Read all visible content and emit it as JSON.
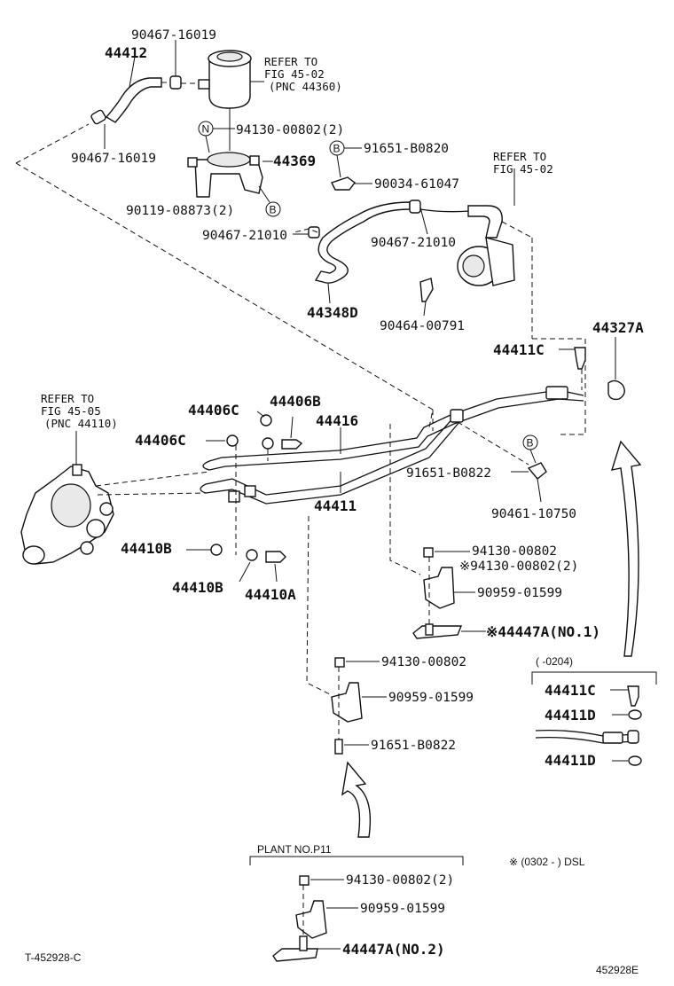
{
  "diagram": {
    "parts": {
      "p_90467_16019_top": "90467-16019",
      "p_44412": "44412",
      "p_90467_16019_left": "90467-16019",
      "p_94130_00802_2": "94130-00802(2)",
      "p_91651_B0820": "91651-B0820",
      "p_44369": "44369",
      "p_90034_61047": "90034-61047",
      "p_90119_08873_2": "90119-08873(2)",
      "p_90467_21010_a": "90467-21010",
      "p_90467_21010_b": "90467-21010",
      "p_44348D": "44348D",
      "p_90464_00791": "90464-00791",
      "p_44411C": "44411C",
      "p_44327A": "44327A",
      "p_44406C_a": "44406C",
      "p_44406B": "44406B",
      "p_44416": "44416",
      "p_44406C_b": "44406C",
      "p_91651_B0822_a": "91651-B0822",
      "p_44411": "44411",
      "p_90461_10750": "90461-10750",
      "p_44410B_a": "44410B",
      "p_44410B_b": "44410B",
      "p_44410A": "44410A",
      "p_94130_00802_a": "94130-00802",
      "p_94130_00802_b": "※94130-00802(2)",
      "p_90959_01599_a": "90959-01599",
      "p_44447A_no1": "※44447A(NO.1)",
      "p_94130_00802_c": "94130-00802",
      "p_90959_01599_b": "90959-01599",
      "p_91651_B0822_b": "91651-B0822",
      "p_94130_00802_d": "94130-00802(2)",
      "p_90959_01599_c": "90959-01599",
      "p_44447A_no2": "44447A(NO.2)",
      "p_44411C_inset": "44411C",
      "p_44411D_a": "44411D",
      "p_44411D_b": "44411D"
    },
    "refs": {
      "ref_tank_1": "REFER TO",
      "ref_tank_2": "FIG 45-02",
      "ref_tank_3": "(PNC 44360)",
      "ref_pump_1": "REFER TO",
      "ref_pump_2": "FIG 45-02",
      "ref_gear_1": "REFER TO",
      "ref_gear_2": "FIG 45-05",
      "ref_gear_3": "(PNC 44110)"
    },
    "callouts": {
      "N": "N",
      "B1": "B",
      "B2": "B",
      "B3": "B"
    },
    "notes": {
      "inset_range": "(      -0204)",
      "plant_label": "PLANT NO.P11",
      "dsl_note": "※ (0302 -      ) DSL",
      "code_left": "T-452928-C",
      "code_right": "452928E"
    }
  }
}
